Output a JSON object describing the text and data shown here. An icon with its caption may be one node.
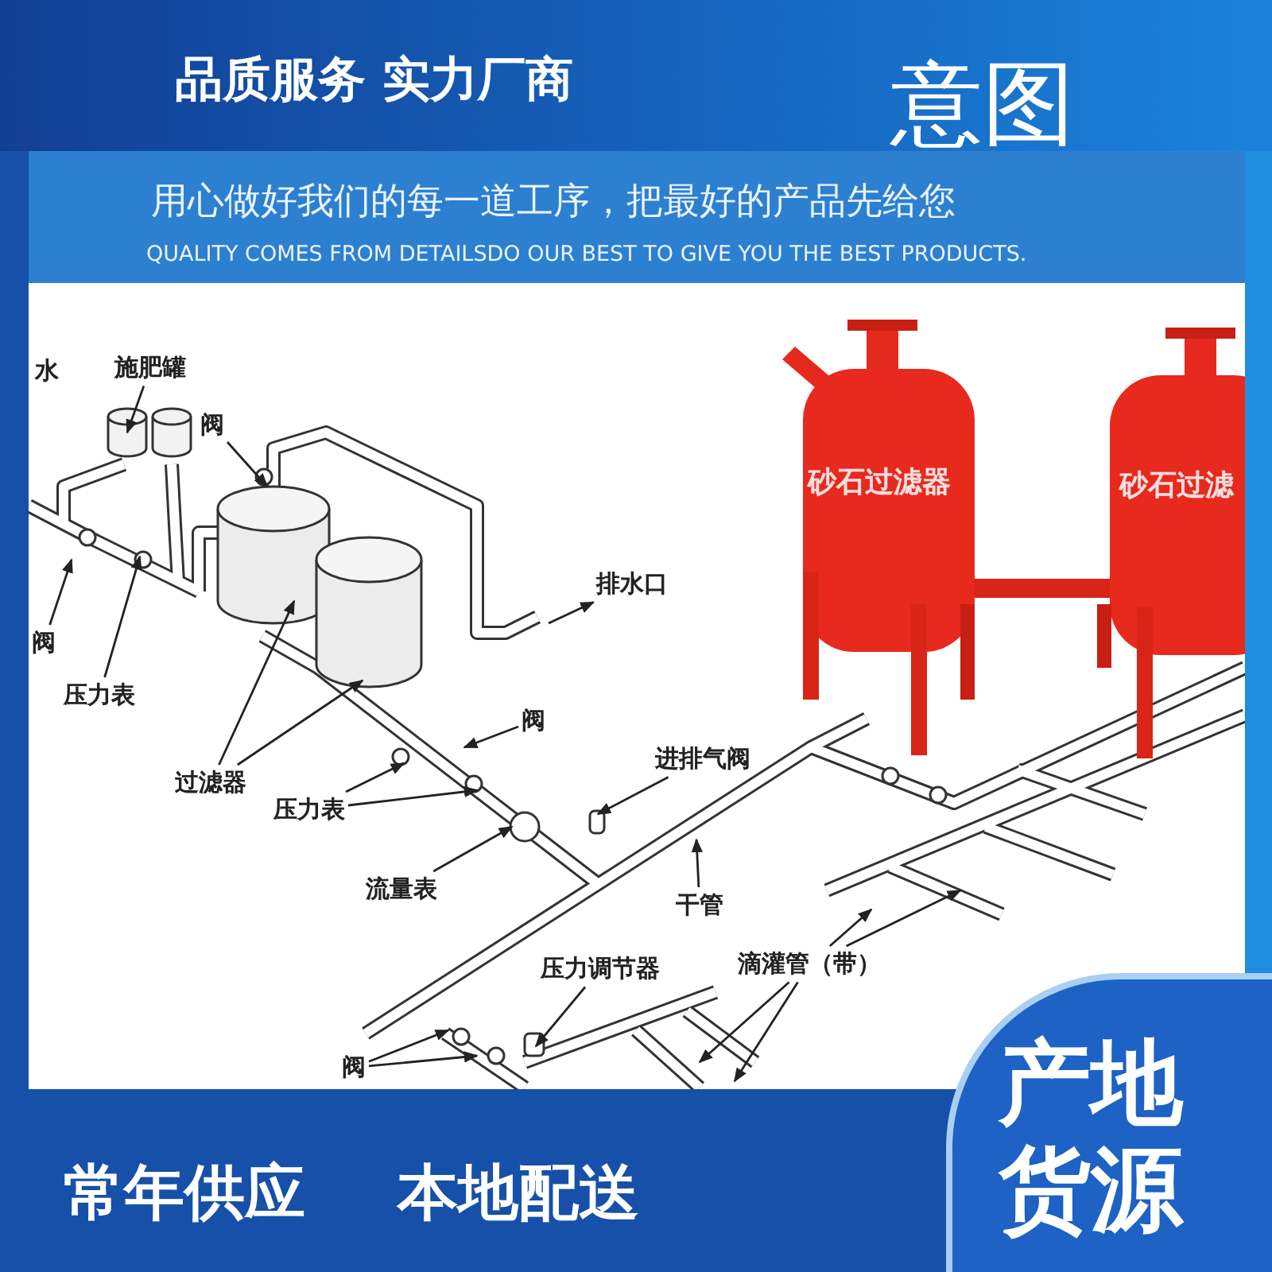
{
  "diagram": {
    "nodes": [
      {
        "text": [
          "施肥罐"
        ]
      },
      {
        "text": [
          "阀"
        ]
      },
      {
        "text": [
          "阀"
        ]
      },
      {
        "text": [
          "压力表"
        ]
      },
      {
        "text": [
          "排水口"
        ]
      },
      {
        "text": [
          "过滤器"
        ]
      },
      {
        "text": [
          "阀"
        ]
      },
      {
        "text": [
          "压力表"
        ]
      },
      {
        "text": [
          "进排气阀"
        ]
      },
      {
        "text": [
          "流量表"
        ]
      },
      {
        "text": [
          "干管"
        ]
      },
      {
        "text": [
          "压力调节器"
        ]
      },
      {
        "text": [
          "滴灌管（带）"
        ]
      },
      {
        "text": [
          "阀"
        ]
      }
    ],
    "edges": [
      {
        "from": 0,
        "to": null,
        "arrow": "to"
      },
      {
        "from": 1,
        "to": null,
        "arrow": "to"
      },
      {
        "from": 2,
        "to": null,
        "arrow": "to"
      },
      {
        "from": 3,
        "to": null,
        "arrow": "to"
      },
      {
        "from": null,
        "to": 4,
        "arrow": "to"
      },
      {
        "from": 5,
        "to": null,
        "arrow": "to"
      },
      {
        "from": 5,
        "to": null,
        "arrow": "to"
      },
      {
        "from": 6,
        "to": null,
        "arrow": "to"
      },
      {
        "from": 7,
        "to": null,
        "arrow": "to"
      },
      {
        "from": 7,
        "to": null,
        "arrow": "to"
      },
      {
        "from": 8,
        "to": null,
        "arrow": "to"
      },
      {
        "from": 9,
        "to": null,
        "arrow": "to"
      },
      {
        "from": 10,
        "to": null,
        "arrow": "to"
      },
      {
        "from": 11,
        "to": null,
        "arrow": "to"
      },
      {
        "from": 12,
        "to": null,
        "arrow": "to"
      },
      {
        "from": 12,
        "to": null,
        "arrow": "to"
      },
      {
        "from": 12,
        "to": null,
        "arrow": "to"
      },
      {
        "from": 12,
        "to": null,
        "arrow": "to"
      },
      {
        "from": 13,
        "to": null,
        "arrow": "to"
      },
      {
        "from": 13,
        "to": null,
        "arrow": "to"
      }
    ],
    "labels": [
      "品质服务 实力厂商",
      "意图",
      "用心做好我们的每一道工序，把最好的产品先给您",
      "QUALITY COMES FROM DETAILSDO OUR BEST TO GIVE YOU THE BEST PRODUCTS.",
      "水",
      "砂石过滤器",
      "砂石过滤",
      "常年供应",
      "本地配送",
      "产地货源"
    ]
  }
}
